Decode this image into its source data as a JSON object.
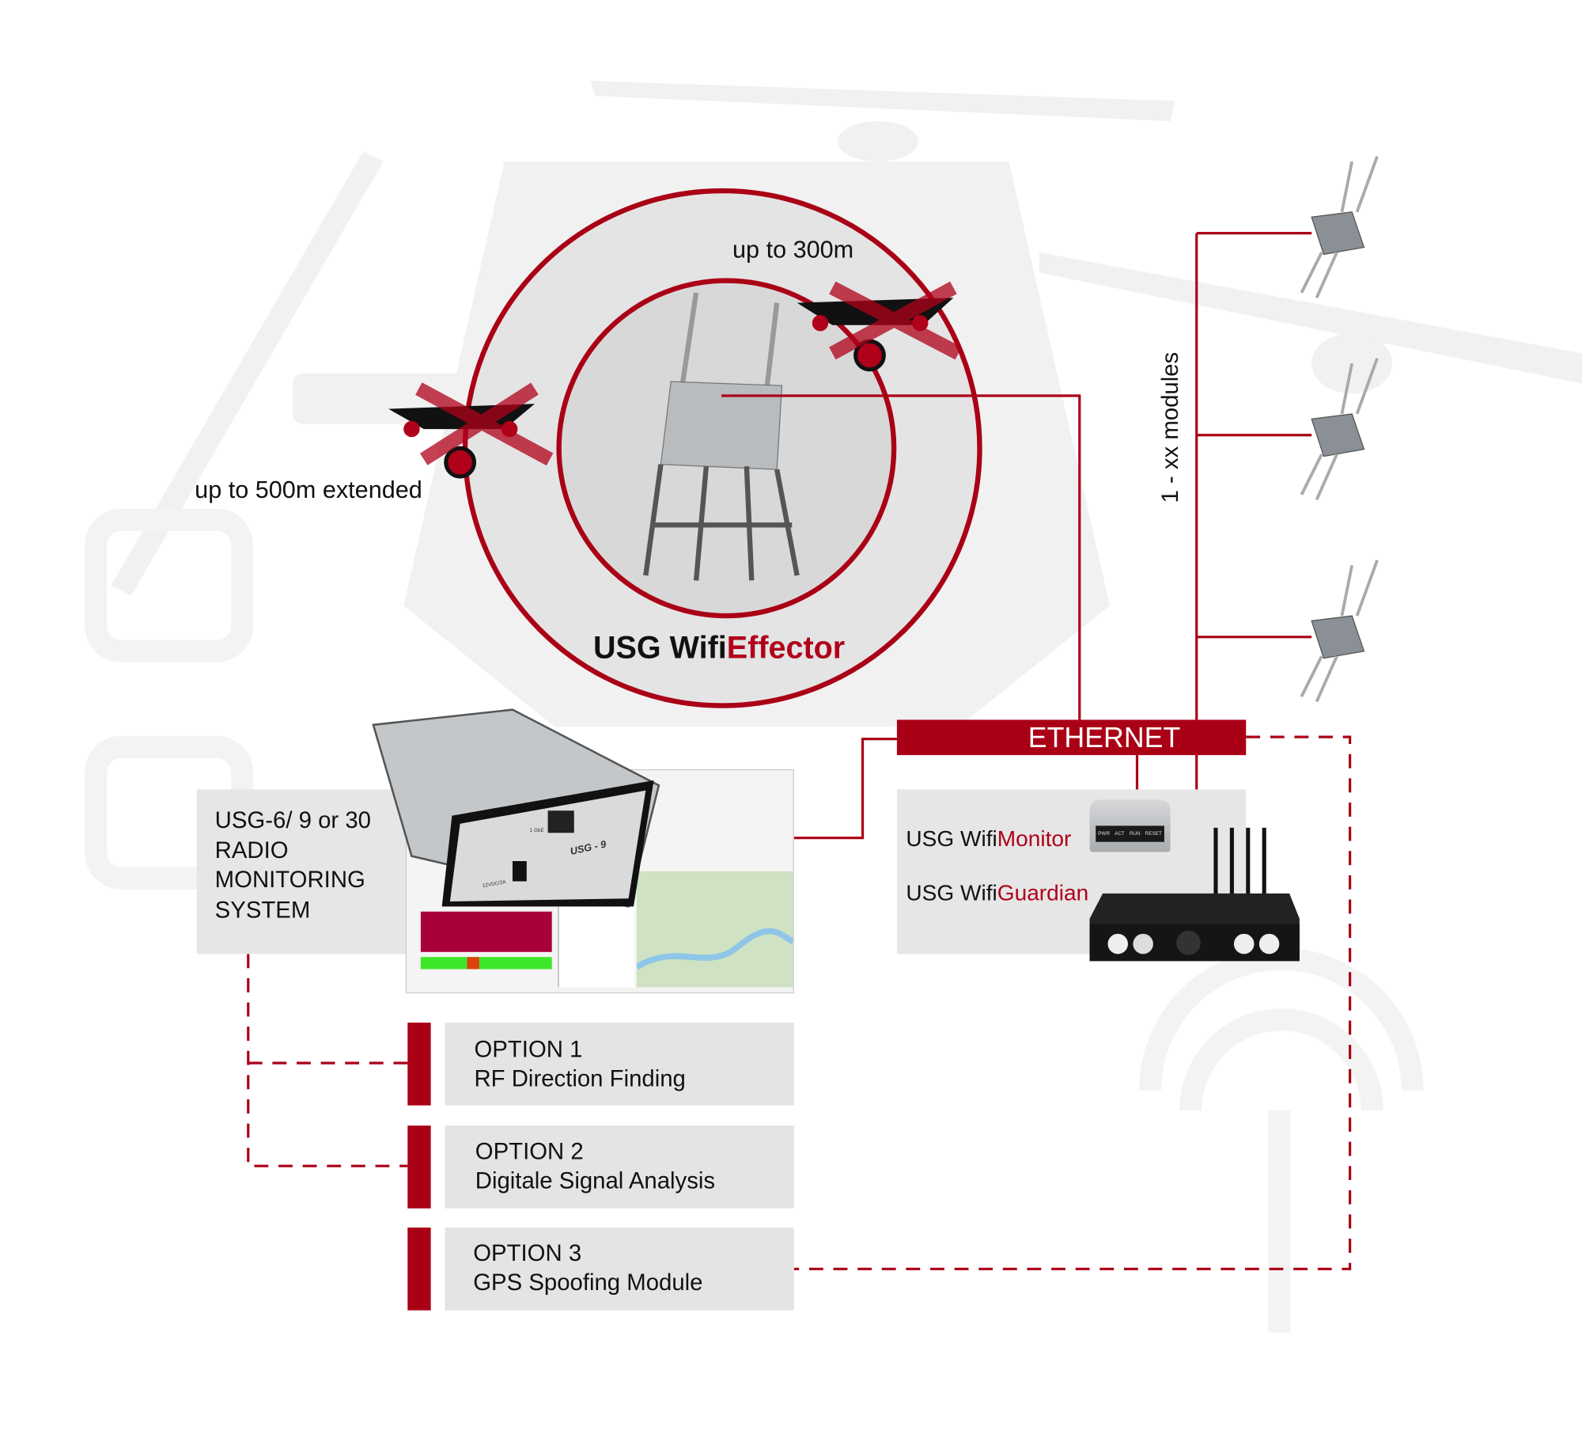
{
  "effector": {
    "range_inner": "up to 300m",
    "range_outer": "up to 500m extended",
    "title_prefix": "USG Wifi",
    "title_accent": "Effector"
  },
  "modules_label": "1 - xx modules",
  "ethernet_label": "ETHERNET",
  "monitoring_system": {
    "lines": [
      "USG-6/ 9 or 30",
      "RADIO",
      "MONITORING",
      "SYSTEM"
    ],
    "device_label": "USG - 9",
    "port_label": "1 GbE",
    "power_label": "12VDC/2A"
  },
  "wifi_devices": {
    "monitor_prefix": "USG Wifi",
    "monitor_accent": "Monitor",
    "guardian_prefix": "USG Wifi",
    "guardian_accent": "Guardian",
    "monitor_leds": [
      "PWR",
      "ACT",
      "RUN",
      "RESET"
    ]
  },
  "options": [
    {
      "label": "OPTION 1",
      "name": "RF Direction Finding"
    },
    {
      "label": "OPTION 2",
      "name": "Digitale Signal Analysis"
    },
    {
      "label": "OPTION 3",
      "name": "GPS Spoofing Module"
    }
  ],
  "colors": {
    "accent": "#aa0016",
    "panel": "#e6e6e6",
    "text": "#111111"
  }
}
